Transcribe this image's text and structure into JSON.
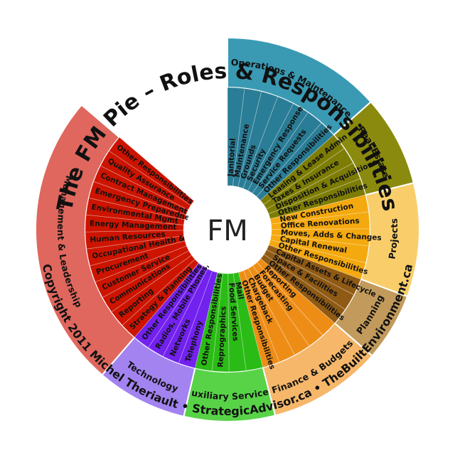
{
  "title": "The FM Pie – Roles & Responsibilities",
  "copyright": "Copyright 2011 Michel Theriault • StrategicAdvisor.ca • TheBuiltEnvironment.ca",
  "center_label": "FM",
  "categories": [
    {
      "name": "Operations & Maintenance",
      "outer_color": "#3a9ab3",
      "inner_color": "#2a7d96",
      "items": [
        "Janitorial",
        "Maintenance",
        "Grounds",
        "Security",
        "Emergency Response",
        "Service Requests",
        "Other Responsibilities"
      ]
    },
    {
      "name": "Real Estate",
      "outer_color": "#8a8a0e",
      "inner_color": "#7d7d05",
      "items": [
        "Leasing & Lease Admin",
        "Taxes & Insurance",
        "Disposition & Acquisitions",
        "Other Responsibilities"
      ]
    },
    {
      "name": "Projects",
      "outer_color": "#f9ce6a",
      "inner_color": "#f4a90f",
      "items": [
        "New Construction",
        "Office Renovations",
        "Moves, Adds & Changes",
        "Capital Renewal",
        "Other Responsibilities"
      ]
    },
    {
      "name": "Planning",
      "outer_color": "#c29a5b",
      "inner_color": "#8f5a14",
      "items": [
        "Capital Assets & Lifecycle",
        "Space & Facilities",
        "Other Responsibilities"
      ]
    },
    {
      "name": "Finance & Budgets",
      "outer_color": "#f6b76a",
      "inner_color": "#ee8d16",
      "items": [
        "Reporting",
        "Forecasting",
        "Budget",
        "Chargeback",
        "Other Responsibilities"
      ]
    },
    {
      "name": "Auxiliary Services",
      "outer_color": "#58d348",
      "inner_color": "#2bbb16",
      "items": [
        "Mail",
        "Food Services",
        "Reprographics",
        "Other Responsibilities"
      ]
    },
    {
      "name": "Technology",
      "outer_color": "#a383f0",
      "inner_color": "#7221ee",
      "items": [
        "Telephony",
        "Networks",
        "Radios, Mobile Phones, PDAs",
        "Other Responsibilities"
      ]
    },
    {
      "name": "Management & Leadership",
      "outer_color": "#df675d",
      "inner_color": "#cc1400",
      "items": [
        "Strategy & Planning",
        "Reporting",
        "Communications",
        "Customer Service",
        "Procurement",
        "Occupational Health & Safety",
        "Human Resources",
        "Energy Management",
        "Environmental Mgmt",
        "Emergency Preparedness",
        "Contract Management",
        "Quality Assurance",
        "Other Responsibilities"
      ]
    }
  ]
}
